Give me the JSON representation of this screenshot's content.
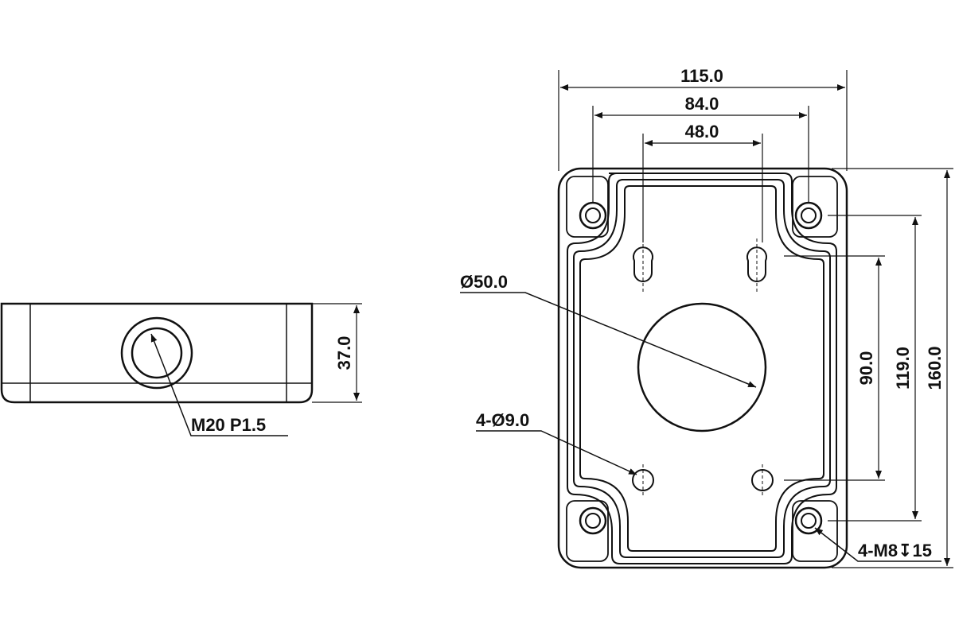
{
  "side_view": {
    "height_label": "37.0",
    "thread_label": "M20 P1.5"
  },
  "plan_view": {
    "width_overall": "115.0",
    "width_mount": "84.0",
    "width_inner": "48.0",
    "center_hole": "Ø50.0",
    "small_holes": "4-Ø9.0",
    "corner_screws": "4-M8↧15",
    "height_inner": "90.0",
    "height_mount": "119.0",
    "height_overall": "160.0"
  }
}
